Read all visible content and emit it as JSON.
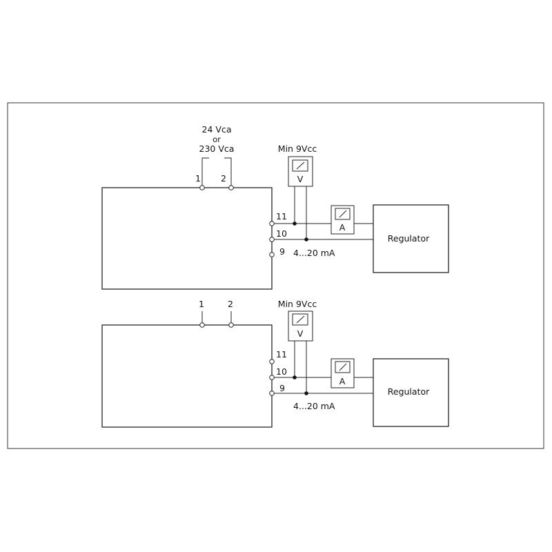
{
  "circuit_top": {
    "supply_line1": "24 Vca",
    "supply_line2": "or",
    "supply_line3": "230 Vca",
    "terminal_1": "1",
    "terminal_2": "2",
    "terminal_11": "11",
    "terminal_10": "10",
    "terminal_9": "9",
    "voltmeter_label": "Min 9Vcc",
    "voltmeter_symbol": "V",
    "ammeter_symbol": "A",
    "current_label": "4...20 mA",
    "regulator_label": "Regulator"
  },
  "circuit_bottom": {
    "terminal_1": "1",
    "terminal_2": "2",
    "terminal_11": "11",
    "terminal_10": "10",
    "terminal_9": "9",
    "voltmeter_label": "Min 9Vcc",
    "voltmeter_symbol": "V",
    "ammeter_symbol": "A",
    "current_label": "4...20 mA",
    "regulator_label": "Regulator"
  }
}
